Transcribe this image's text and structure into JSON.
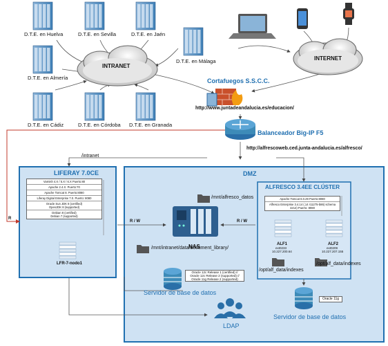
{
  "nodes": {
    "dte_huelva": "D.T.E. en Huelva",
    "dte_sevilla": "D.T.E. en Sevilla",
    "dte_jaen": "D.T.E. en Jaén",
    "dte_malaga": "D.T.E. en Málaga",
    "dte_almeria": "D.T.E. en Almería",
    "dte_cadiz": "D.T.E. en Cádiz",
    "dte_cordoba": "D.T.E. en Córdoba",
    "dte_granada": "D.T.E. en Granada"
  },
  "clouds": {
    "intranet": "INTRANET",
    "internet": "INTERNET"
  },
  "firewall": {
    "title": "Cortafuegos S.S.C.C.",
    "url": "http://www.juntadeandalucia.es/educacion/"
  },
  "balancer": {
    "title": "Balanceador Big-IP F5",
    "url": "http://alfrescoweb.ced.junta-andalucia.es/alfresco/"
  },
  "liferay": {
    "title": "LIFERAY 7.0CE",
    "link_label": "/intranet",
    "stack": [
      "Varnish 4.X / 5.X / 6.X Puerto:80",
      "Apache 2.4.X. Puerto:70",
      "Apache Tomcat 8. Puerto:8080",
      "Liferay Digital Enterprise 7.0. Puerto: 8080",
      "Oracle Sun JDK 8 (certified)\nOpenJDK 8 (supported)",
      "Debian 8 (certified)\nDebian 7 (supported)"
    ],
    "node_label": "LFR-7-nodo1"
  },
  "dmz": {
    "title": "DMZ",
    "nas": "NAS",
    "mnt_alfresco": "/mnt/alfresco_datos",
    "mnt_liferay": "/mnt/intranet/data/document_library/",
    "rw_left": "R / W",
    "rw_right": "R / W",
    "r_label": "R"
  },
  "alfresco": {
    "title": "ALFRESCO  3.4EE CLÚSTER",
    "stack": [
      "Apache Tomcat 6.0.29 Puerto:8080",
      "Alfresco Enterprise 3.4.14 (.14 r11275-b86) schema 4214) Puerto: 8080"
    ],
    "alf1": {
      "name": "ALF1",
      "host": "ext0233",
      "ip": "10.227.200.64",
      "path": "/opt/alf_data/indexes"
    },
    "alf2": {
      "name": "ALF2",
      "host": "ext0209",
      "ip": "10.227.207.155",
      "path": "/opt/alf_data/indexes"
    }
  },
  "db_liferay": {
    "label": "Servidor de base de datos",
    "notes": [
      "Oracle 12c Release 1 (certified) //",
      "Oracle 12c Release 2 (supported) //",
      "Oracle 11g Release 2 (supported)"
    ]
  },
  "db_alfresco": {
    "label": "Servidor de base de datos",
    "note": "Oracle 11g"
  },
  "ldap": "LDAP",
  "colors": {
    "panel_blue": "#1f6fb0",
    "panel_fill": "#cfe2f3",
    "arrow_red": "#c0392b",
    "teal": "#3d8bb8"
  }
}
